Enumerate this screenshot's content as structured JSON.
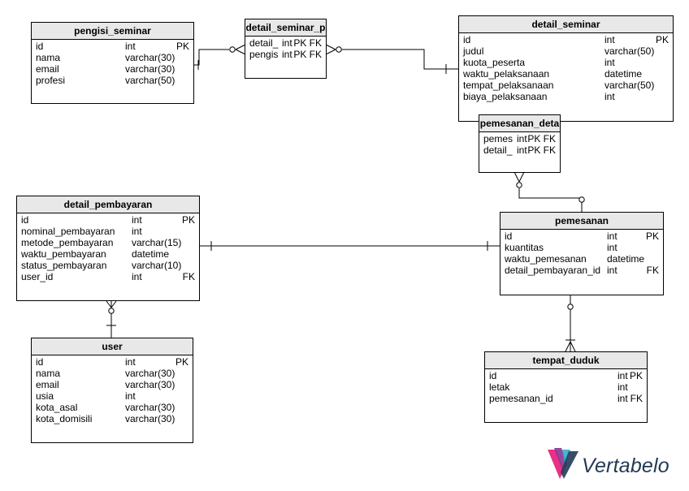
{
  "tables": {
    "pengisi_seminar": {
      "name": "pengisi_seminar",
      "rows": [
        {
          "col": "id",
          "type": "int",
          "flag": "PK"
        },
        {
          "col": "nama",
          "type": "varchar(30)",
          "flag": ""
        },
        {
          "col": "email",
          "type": "varchar(30)",
          "flag": ""
        },
        {
          "col": "profesi",
          "type": "varchar(50)",
          "flag": ""
        }
      ]
    },
    "detail_seminar_p": {
      "name": "detail_seminar_p",
      "rows": [
        {
          "col": "detail_",
          "type": "int",
          "flag": "PK FK"
        },
        {
          "col": "pengis",
          "type": "int",
          "flag": "PK FK"
        }
      ]
    },
    "detail_seminar": {
      "name": "detail_seminar",
      "rows": [
        {
          "col": "id",
          "type": "int",
          "flag": "PK"
        },
        {
          "col": "judul",
          "type": "varchar(50)",
          "flag": ""
        },
        {
          "col": "kuota_peserta",
          "type": "int",
          "flag": ""
        },
        {
          "col": "waktu_pelaksanaan",
          "type": "datetime",
          "flag": ""
        },
        {
          "col": "tempat_pelaksanaan",
          "type": "varchar(50)",
          "flag": ""
        },
        {
          "col": "biaya_pelaksanaan",
          "type": "int",
          "flag": ""
        }
      ]
    },
    "pemesanan_deta": {
      "name": "pemesanan_deta",
      "rows": [
        {
          "col": "pemes",
          "type": "int",
          "flag": "PK FK"
        },
        {
          "col": "detail_",
          "type": "int",
          "flag": "PK FK"
        }
      ]
    },
    "detail_pembayaran": {
      "name": "detail_pembayaran",
      "rows": [
        {
          "col": "id",
          "type": "int",
          "flag": "PK"
        },
        {
          "col": "nominal_pembayaran",
          "type": "int",
          "flag": ""
        },
        {
          "col": "metode_pembayaran",
          "type": "varchar(15)",
          "flag": ""
        },
        {
          "col": "waktu_pembayaran",
          "type": "datetime",
          "flag": ""
        },
        {
          "col": "status_pembayaran",
          "type": "varchar(10)",
          "flag": ""
        },
        {
          "col": "user_id",
          "type": "int",
          "flag": "FK"
        }
      ]
    },
    "pemesanan": {
      "name": "pemesanan",
      "rows": [
        {
          "col": "id",
          "type": "int",
          "flag": "PK"
        },
        {
          "col": "kuantitas",
          "type": "int",
          "flag": ""
        },
        {
          "col": "waktu_pemesanan",
          "type": "datetime",
          "flag": ""
        },
        {
          "col": "detail_pembayaran_id",
          "type": "int",
          "flag": "FK"
        }
      ]
    },
    "user": {
      "name": "user",
      "rows": [
        {
          "col": "id",
          "type": "int",
          "flag": "PK"
        },
        {
          "col": "nama",
          "type": "varchar(30)",
          "flag": ""
        },
        {
          "col": "email",
          "type": "varchar(30)",
          "flag": ""
        },
        {
          "col": "usia",
          "type": "int",
          "flag": ""
        },
        {
          "col": "kota_asal",
          "type": "varchar(30)",
          "flag": ""
        },
        {
          "col": "kota_domisili",
          "type": "varchar(30)",
          "flag": ""
        }
      ]
    },
    "tempat_duduk": {
      "name": "tempat_duduk",
      "rows": [
        {
          "col": "id",
          "type": "int",
          "flag": "PK"
        },
        {
          "col": "letak",
          "type": "int",
          "flag": ""
        },
        {
          "col": "pemesanan_id",
          "type": "int",
          "flag": "FK"
        }
      ]
    }
  },
  "relationships": [
    {
      "from": "pengisi_seminar",
      "to": "detail_seminar_p",
      "from_end": "one",
      "to_end": "zero-or-many"
    },
    {
      "from": "detail_seminar",
      "to": "detail_seminar_p",
      "from_end": "one",
      "to_end": "zero-or-many"
    },
    {
      "from": "pemesanan",
      "to": "pemesanan_deta",
      "from_end": "zero-or-one",
      "to_end": "zero-or-many"
    },
    {
      "from": "detail_pembayaran",
      "to": "pemesanan",
      "from_end": "one",
      "to_end": "one"
    },
    {
      "from": "user",
      "to": "detail_pembayaran",
      "from_end": "one",
      "to_end": "zero-or-many"
    },
    {
      "from": "pemesanan",
      "to": "tempat_duduk",
      "from_end": "zero-or-one",
      "to_end": "one-or-many"
    }
  ],
  "branding": {
    "logo_text": "Vertabelo",
    "logo_colors": [
      "#e6197a",
      "#7b2a8c",
      "#2aa6c9",
      "#233a56"
    ]
  }
}
